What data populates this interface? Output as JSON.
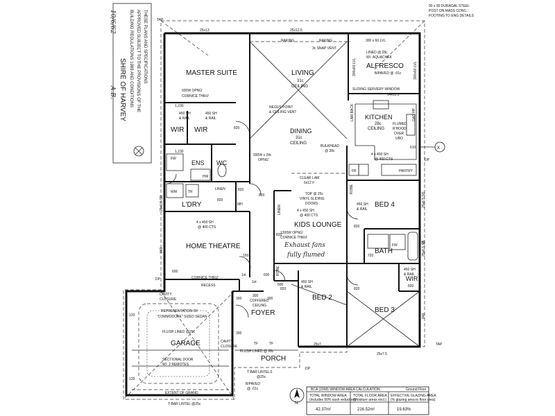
{
  "colors": {
    "ink": "#111111",
    "paper": "#ffffff"
  },
  "stamp": {
    "l1": "THESE PLANS AND SPECIFICATIONS",
    "l2": "APPROVED SUBJECT TO THE PROVISIONS OF THE",
    "l3": "BUILDING REGULATIONS 1989 AND CONDITIONS",
    "shire": "SHIRE OF HARVEY",
    "hand": "10/6/62",
    "initials": "A.B."
  },
  "notes": {
    "post_1": "90 x 90 DURAGAL STEEL",
    "post_2": "POST ON MASS CONC.",
    "post_3": "FOOTING TO ENG DETAILS",
    "tap_top": "TAP",
    "tap_right": "TAP",
    "top_dim_left": "25x13",
    "top_dim_mid": "25x12.5",
    "raking_1": "RAKING",
    "raking_2": "RAKING",
    "snap_vent": "3c SNAP VENT",
    "lintel_alf": "300 x 60 LVL",
    "lined": "LINED @ 28c",
    "aquachek": "W/- AQUACHEK",
    "bipaved_alf": "B/PAVED @ -01c",
    "dim_alf_1": "300x60 LVL",
    "dim_alf_2": "300x60 LVL",
    "servery": "SLIDING SERVERY WINDOW",
    "servery_size": "14x11.5",
    "opng_master": "930W OPNG'",
    "cornice_master": "CORNICE THRU'",
    "sh_450_1": "450 SH",
    "rail_1": "& RAIL",
    "sh_450_2": "450 SH",
    "rail_2": "& RAIL",
    "dim_1230_1": "1,230",
    "dim_1230_2": "1,230",
    "d820_1": "820",
    "d820_2": "820",
    "d820_3": "820",
    "d820_4": "820",
    "d820_5": "820",
    "d820_6": "820",
    "d820_7": "820",
    "d820_8": "820",
    "d820_9": "820",
    "negus": "NEGUS POINT",
    "ceiling_vent": "& CEILING VENT",
    "laundry_chute": "LAM BACK",
    "flumed_1": "FLUMED",
    "rhood": "R'HOOD",
    "over_ubo": "OVER",
    "ubo": "UBO",
    "gas_hp": "GAS HP",
    "bulkhead": "BULKHEAD",
    "bulkhead_ht": "@ 28c",
    "sh_4x450": "4 x 450 SH",
    "cts_400": "@ 400 CTS",
    "fr": "FR",
    "pantry": "PANTRY",
    "opng_930": "930W x 24c",
    "opng_930b": "OPNG'",
    "clear_lam": "CLEAR LAM",
    "clear_lam_size": "6x12  F",
    "top_25c": "TOP @ 25c",
    "vinyl_doors": "VINYL SLIDING",
    "doors": "DOORS",
    "sh_4x450_b": "4 x 450 SH",
    "cts_400_b": "@ 400 CTS",
    "linen_1": "LINEN",
    "linen_2": "LINEN",
    "robe_1": "ROBE",
    "robe_2": "ROBE",
    "sh_450_bed4": "450 SH",
    "rail_bed4": "& RAIL",
    "opng_1200": "1200W OPNG'",
    "cornice_kids": "CORNICE THRU'",
    "exhaust_1": "Exhaust fans",
    "exhaust_2": "fully flumed",
    "ht_sh": "4 x 450 SH",
    "ht_cts": "@ 400 CTS",
    "cornice_recess": "CORNICE THRU'",
    "recess": "RECESS",
    "dp_1": "DP",
    "dp_2": "DP",
    "dp_3": "DP",
    "sh_450_bed2": "450 SH",
    "rail_bed2": "& RAIL",
    "sh_450_wir": "450 SH",
    "rail_wir": "& RAIL",
    "cavity": "CAVITY",
    "closure": "CLOSURE",
    "cavity_2": "CAVITY",
    "closure_2": "CLOSURE",
    "dim_1st_1": "1st",
    "dim_1st_2": "1st",
    "coffered_1": "300",
    "coffered_2": "COFFERED",
    "coffered_3": "CEILING",
    "d600_1": "600",
    "d600_2": "600",
    "d600_3": "600",
    "d300_1": "300",
    "d300_2": "300",
    "d300_3": "300",
    "sedan_1": "REPRESENTATION OF",
    "sedan_2": "\"COMMODORE\" SIZED SEDAN",
    "flush_garage": "FLUSH LINED @25c",
    "sectional_1": "SECTIONAL DOOR",
    "sectional_2": "W/- 2 REMOTES",
    "grano": "EXTENT OF GRANO",
    "lintel_garage": "T-BAR LINTEL @25c",
    "flush_porch": "FLUSH LINED @ 28c",
    "tbar_lintels": "T-BAR LINTELS",
    "tbar_ht": "@25c",
    "bipaved_porch": "B/PAVED",
    "bipaved_ht": "@ -01c",
    "dim_25x7": "25x7",
    "dim_25x7_5": "25x7.5",
    "side_dim_1": "25x6.5  SD",
    "side_dim_2": "849",
    "side_dim_3": "25x6.5  SD",
    "right_dim_1": "849",
    "right_dim_2": "25x6.5  SD",
    "tf_1": "TF",
    "tf_2": "TF",
    "fw": "FW",
    "hw": "HW",
    "wm": "WM",
    "tr": "TR",
    "mh": "MH",
    "dim_150": "150",
    "dim_610": "610",
    "dim_720": "720",
    "x_mark": "X",
    "dim_870": "870",
    "d1_120": "120",
    "d2_120": "120"
  },
  "rooms": {
    "master": "MASTER SUITE",
    "living": "LIVING",
    "living_ceiling": "31c",
    "living_ceiling_2": "CEILING",
    "alfresco": "ALFRESCO",
    "kitchen": "KITCHEN",
    "kitchen_ceiling": "28c",
    "kitchen_ceiling_2": "CEILING",
    "dining": "DINING",
    "dining_ceiling": "31c",
    "dining_ceiling_2": "CEILING",
    "wir_1": "WIR",
    "wir_2": "WIR",
    "ens": "ENS",
    "wc": "WC",
    "ldry": "L'DRY",
    "kids_lounge": "KIDS LOUNGE",
    "bed4": "BED 4",
    "bath": "BATH",
    "wir_3": "WIR",
    "home_theatre": "HOME THEATRE",
    "bed2": "BED 2",
    "bed3": "BED 3",
    "foyer": "FOYER",
    "garage": "GARAGE",
    "porch": "PORCH"
  },
  "calc": {
    "title": "BCA (2008) WINDOW AREA CALCULATION",
    "level": "Ground Floor",
    "h1": "TOTAL WINDOW AREA",
    "h1_sub": "(includes 50% sash reduction)",
    "h2": "TOTAL FLOOR AREA",
    "h2_sub": "(Moisture areas excl.)",
    "h3": "EFFECTIVE GLAZING AREA",
    "h3_sub": "(% glazing area to floor area)",
    "v1": "42.37m²",
    "v2": "216.52m²",
    "v3": "19.63%",
    "north": "N"
  }
}
